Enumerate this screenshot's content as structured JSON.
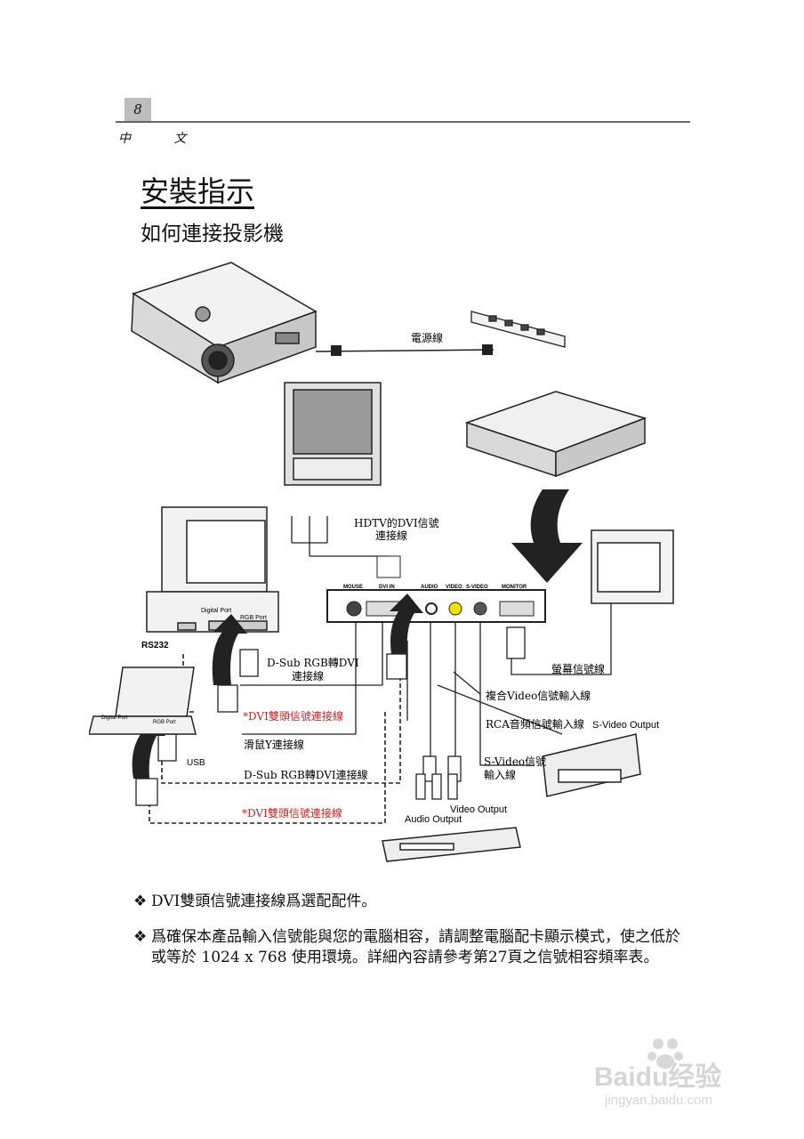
{
  "header": {
    "page_number": "8",
    "language": "中 文"
  },
  "title": "安裝指示",
  "subtitle": "如何連接投影機",
  "diagram": {
    "labels": {
      "power_cord": "電源線",
      "hdtv_dvi_1": "HDTV的DVI信號",
      "hdtv_dvi_2": "連接線",
      "port_mouse": "MOUSE",
      "port_dvi_in": "DVI IN",
      "port_audio": "AUDIO",
      "port_video": "VIDEO",
      "port_svideo": "S-VIDEO",
      "port_monitor": "MONITOR",
      "digital_port": "Digital Port",
      "rgb_port": "RGB Port",
      "rs232": "RS232",
      "dsub_dvi_1": "D-Sub RGB轉DVI",
      "dsub_dvi_2": "連接線",
      "monitor_signal": "螢幕信號線",
      "composite_video": "複合Video信號輸入線",
      "rca_audio": "RCA音頻信號輸入線",
      "svideo_output": "S-Video Output",
      "dvi_dual_1": "*DVI雙頭信號連接線",
      "mouse_y": "滑鼠Y連接線",
      "usb": "USB",
      "laptop_digital_port": "Digital Port",
      "laptop_rgb_port": "RGB Port",
      "svideo_input_1": "S-Video信號",
      "svideo_input_2": "輸入線",
      "dsub_dvi_laptop": "D-Sub RGB轉DVI連接線",
      "dvi_dual_2": "*DVI雙頭信號連接線",
      "video_output": "Video Output",
      "audio_output": "Audio Output"
    }
  },
  "notes": [
    {
      "bullet": "❖",
      "text": "DVI雙頭信號連接線爲選配配件。"
    },
    {
      "bullet": "❖",
      "text": "爲確保本產品輸入信號能與您的電腦相容，請調整電腦配卡顯示模式，使之低於或等於 1024 x 768 使用環境。詳細內容請參考第27頁之信號相容頻率表。"
    }
  ],
  "watermark": {
    "brand": "Baidu经验",
    "url": "jingyan.baidu.com"
  },
  "colors": {
    "red_label": "#cc2222",
    "text": "#111111",
    "page_tab": "#bdbdbd"
  }
}
